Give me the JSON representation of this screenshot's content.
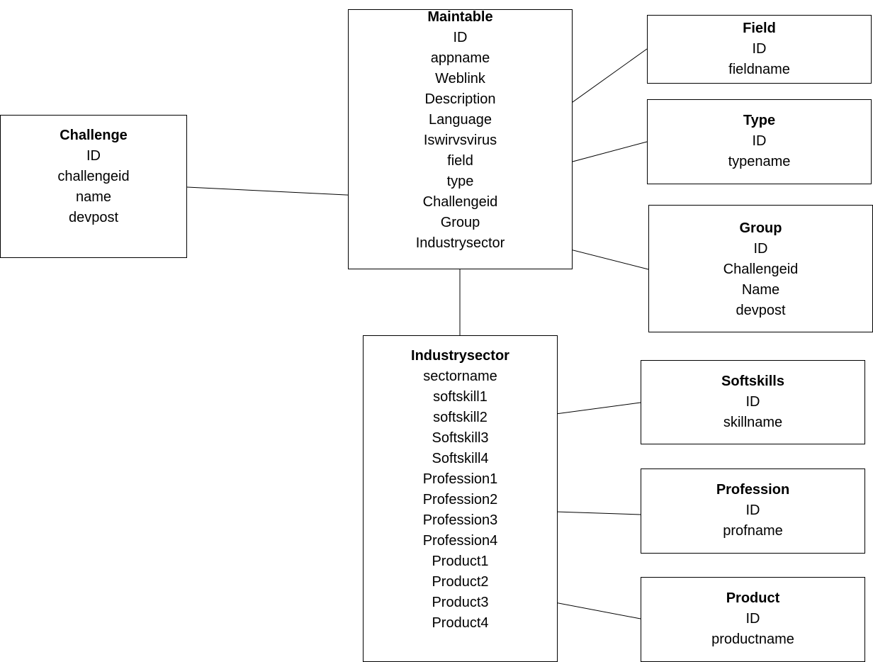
{
  "entities": {
    "maintable": {
      "title": "Maintable",
      "fields": [
        "ID",
        "appname",
        "Weblink",
        "Description",
        "Language",
        "Iswirvsvirus",
        "field",
        "type",
        "Challengeid",
        "Group",
        "Industrysector"
      ]
    },
    "challenge": {
      "title": "Challenge",
      "fields": [
        "ID",
        "challengeid",
        "name",
        "devpost"
      ]
    },
    "field": {
      "title": "Field",
      "fields": [
        "ID",
        "fieldname"
      ]
    },
    "type": {
      "title": "Type",
      "fields": [
        "ID",
        "typename"
      ]
    },
    "group": {
      "title": "Group",
      "fields": [
        "ID",
        "Challengeid",
        "Name",
        "devpost"
      ]
    },
    "industrysector": {
      "title": "Industrysector",
      "fields": [
        "sectorname",
        "softskill1",
        "softskill2",
        "Softskill3",
        "Softskill4",
        "Profession1",
        "Profession2",
        "Profession3",
        "Profession4",
        "Product1",
        "Product2",
        "Product3",
        "Product4"
      ]
    },
    "softskills": {
      "title": "Softskills",
      "fields": [
        "ID",
        "skillname"
      ]
    },
    "profession": {
      "title": "Profession",
      "fields": [
        "ID",
        "profname"
      ]
    },
    "product": {
      "title": "Product",
      "fields": [
        "ID",
        "productname"
      ]
    }
  }
}
